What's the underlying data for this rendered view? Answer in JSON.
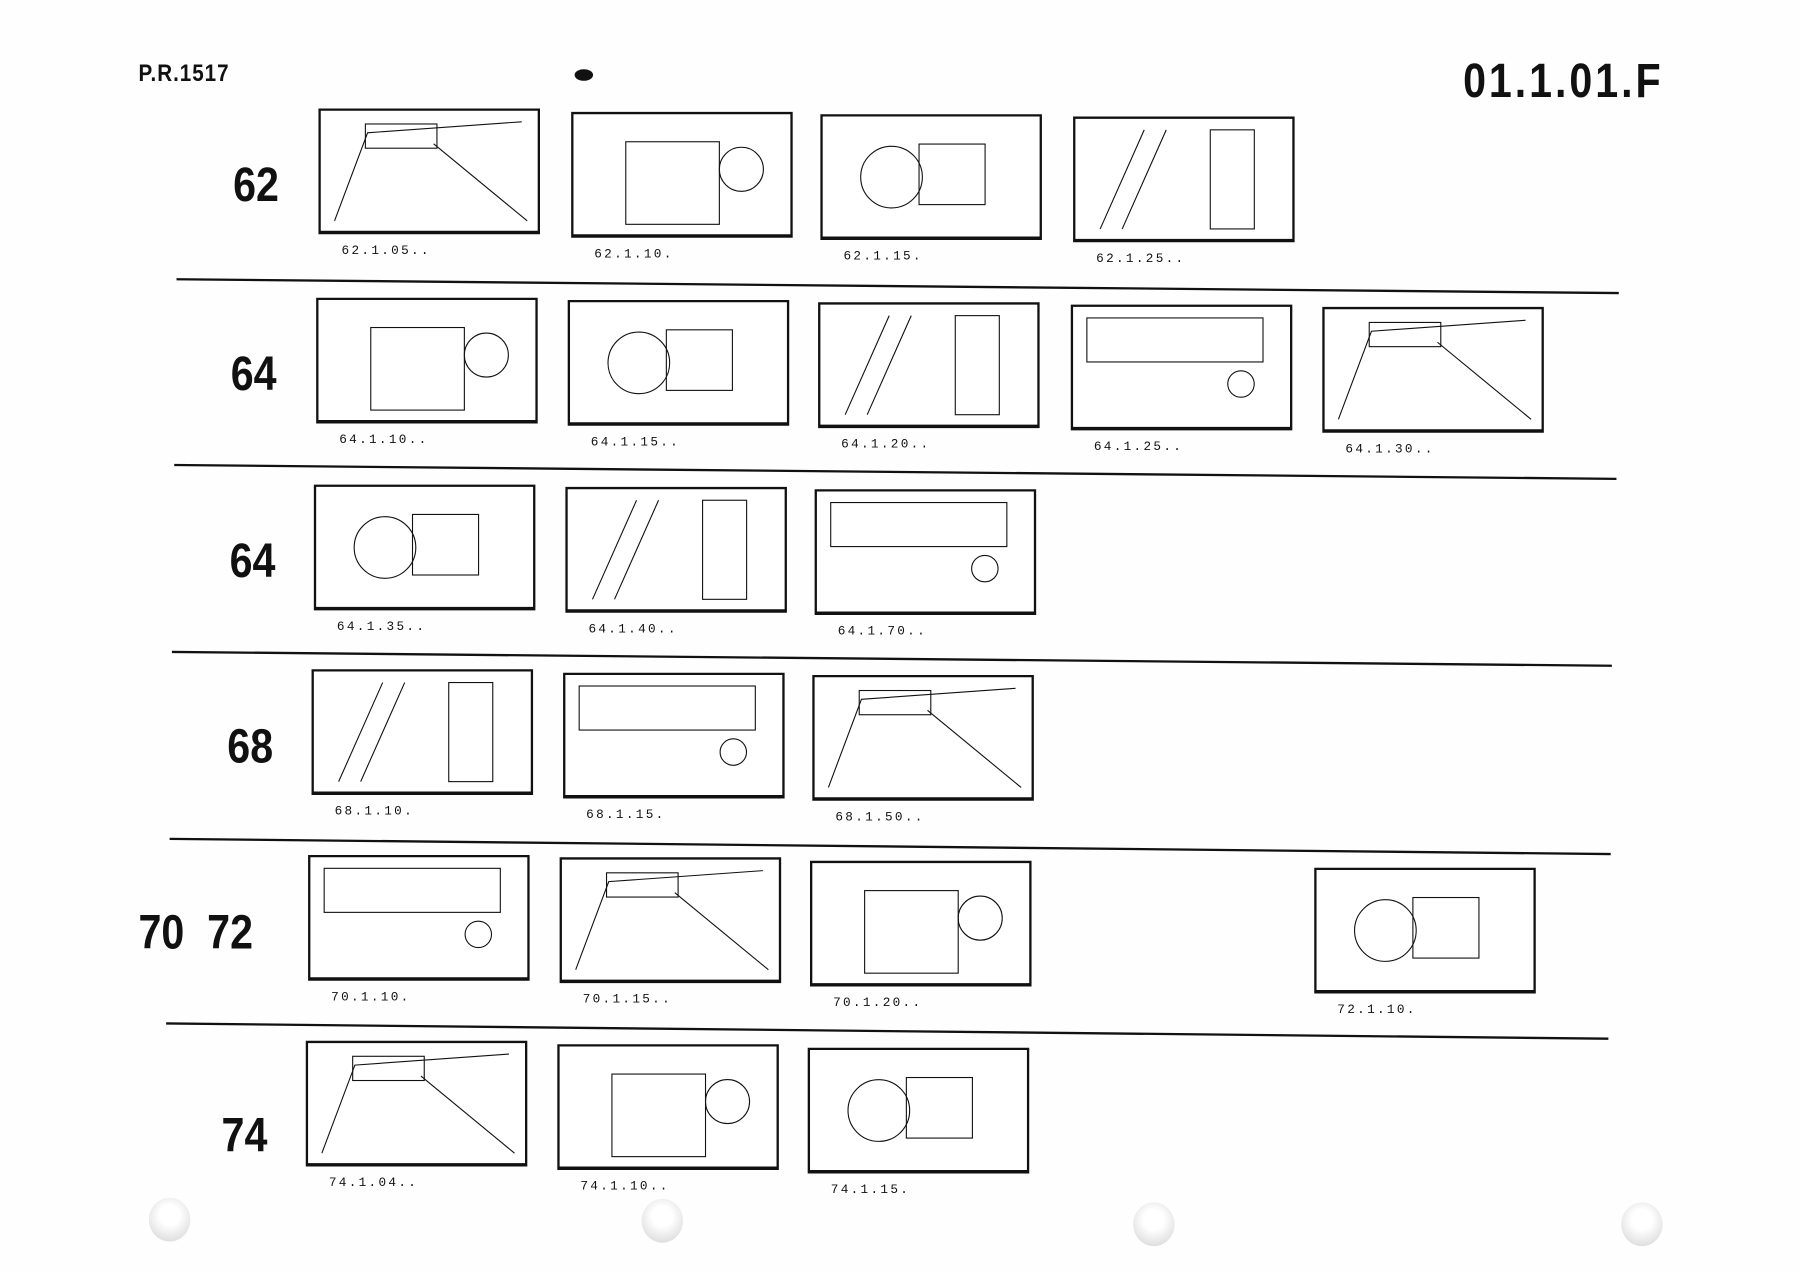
{
  "header": {
    "left": "P.R.1517",
    "right": "01.1.01.F"
  },
  "rows": [
    {
      "number": "62",
      "items": [
        "62.1.05..",
        "62.1.10.",
        "62.1.15.",
        "62.1.25.."
      ]
    },
    {
      "number": "64",
      "items": [
        "64.1.10..",
        "64.1.15..",
        "64.1.20..",
        "64.1.25..",
        "64.1.30.."
      ]
    },
    {
      "number": "64",
      "items": [
        "64.1.35..",
        "64.1.40..",
        "64.1.70.."
      ]
    },
    {
      "number": "68",
      "items": [
        "68.1.10.",
        "68.1.15.",
        "68.1.50.."
      ]
    },
    {
      "number": "70  72",
      "items": [
        "70.1.10.",
        "70.1.15..",
        "70.1.20..",
        "72.1.10."
      ]
    },
    {
      "number": "74",
      "items": [
        "74.1.04..",
        "74.1.10..",
        "74.1.15."
      ]
    }
  ]
}
